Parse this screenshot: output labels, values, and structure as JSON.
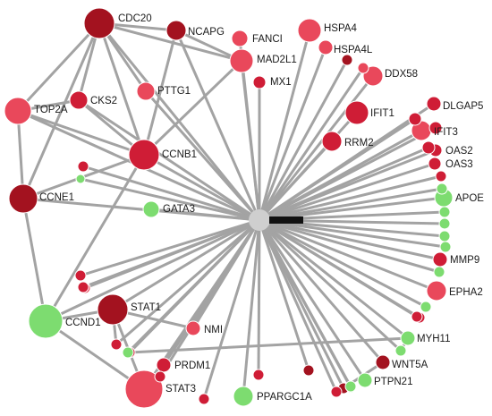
{
  "colors": {
    "edge": "#a3a3a3",
    "hub": "#cfcfcf",
    "hub_bar": "#111111",
    "up_dark": "#a3121f",
    "up_mid": "#cf1d36",
    "up_light": "#e9485b",
    "down": "#7ddc70"
  },
  "hub": {
    "label": ""
  },
  "nodes": [
    {
      "id": "CDC20",
      "label": "CDC20",
      "color": "up_dark"
    },
    {
      "id": "NCAPG",
      "label": "NCAPG",
      "color": "up_dark"
    },
    {
      "id": "FANCI",
      "label": "FANCI",
      "color": "up_light"
    },
    {
      "id": "HSPA4",
      "label": "HSPA4",
      "color": "up_light"
    },
    {
      "id": "HSPA4L",
      "label": "HSPA4L",
      "color": "up_light"
    },
    {
      "id": "MAD2L1",
      "label": "MAD2L1",
      "color": "up_light"
    },
    {
      "id": "MX1",
      "label": "MX1",
      "color": "up_mid"
    },
    {
      "id": "DDX58",
      "label": "DDX58",
      "color": "up_light"
    },
    {
      "id": "PTTG1",
      "label": "PTTG1",
      "color": "up_light"
    },
    {
      "id": "CKS2",
      "label": "CKS2",
      "color": "up_mid"
    },
    {
      "id": "TOP2A",
      "label": "TOP2A",
      "color": "up_light"
    },
    {
      "id": "DLGAP5",
      "label": "DLGAP5",
      "color": "up_mid"
    },
    {
      "id": "IFIT1",
      "label": "IFIT1",
      "color": "up_mid"
    },
    {
      "id": "IFIT3",
      "label": "IFIT3",
      "color": "up_light"
    },
    {
      "id": "RRM2",
      "label": "RRM2",
      "color": "up_mid"
    },
    {
      "id": "CCNB1",
      "label": "CCNB1",
      "color": "up_mid"
    },
    {
      "id": "OAS2",
      "label": "OAS2",
      "color": "up_mid"
    },
    {
      "id": "OAS3",
      "label": "OAS3",
      "color": "up_mid"
    },
    {
      "id": "CCNE1",
      "label": "CCNE1",
      "color": "up_dark"
    },
    {
      "id": "GATA3",
      "label": "GATA3",
      "color": "down"
    },
    {
      "id": "APOE",
      "label": "APOE",
      "color": "down"
    },
    {
      "id": "MMP9",
      "label": "MMP9",
      "color": "up_mid"
    },
    {
      "id": "EPHA2",
      "label": "EPHA2",
      "color": "up_light"
    },
    {
      "id": "STAT1",
      "label": "STAT1",
      "color": "up_dark"
    },
    {
      "id": "CCND1",
      "label": "CCND1",
      "color": "down"
    },
    {
      "id": "NMI",
      "label": "NMI",
      "color": "up_light"
    },
    {
      "id": "MYH11",
      "label": "MYH11",
      "color": "down"
    },
    {
      "id": "WNT5A",
      "label": "WNT5A",
      "color": "up_dark"
    },
    {
      "id": "PRDM1",
      "label": "PRDM1",
      "color": "up_mid"
    },
    {
      "id": "STAT3",
      "label": "STAT3",
      "color": "up_light"
    },
    {
      "id": "PPARGC1A",
      "label": "PPARGC1A",
      "color": "down"
    },
    {
      "id": "PTPN21",
      "label": "PTPN21",
      "color": "down"
    },
    {
      "id": "u1",
      "label": "",
      "color": "up_dark"
    },
    {
      "id": "u2",
      "label": "",
      "color": "up_light"
    },
    {
      "id": "u3",
      "label": "",
      "color": "up_mid"
    },
    {
      "id": "u4",
      "label": "",
      "color": "up_mid"
    },
    {
      "id": "u5",
      "label": "",
      "color": "up_mid"
    },
    {
      "id": "u6",
      "label": "",
      "color": "up_mid"
    },
    {
      "id": "u7",
      "label": "",
      "color": "down"
    },
    {
      "id": "u8",
      "label": "",
      "color": "down"
    },
    {
      "id": "u9",
      "label": "",
      "color": "down"
    },
    {
      "id": "u10",
      "label": "",
      "color": "down"
    },
    {
      "id": "u11",
      "label": "",
      "color": "down"
    },
    {
      "id": "u12",
      "label": "",
      "color": "down"
    },
    {
      "id": "u13",
      "label": "",
      "color": "down"
    },
    {
      "id": "u14",
      "label": "",
      "color": "up_mid"
    },
    {
      "id": "u15",
      "label": "",
      "color": "up_mid"
    },
    {
      "id": "u16",
      "label": "",
      "color": "up_mid"
    },
    {
      "id": "u17",
      "label": "",
      "color": "down"
    },
    {
      "id": "u18",
      "label": "",
      "color": "up_mid"
    },
    {
      "id": "u19",
      "label": "",
      "color": "up_mid"
    },
    {
      "id": "u20",
      "label": "",
      "color": "down"
    },
    {
      "id": "u21",
      "label": "",
      "color": "up_light"
    },
    {
      "id": "u22",
      "label": "",
      "color": "down"
    },
    {
      "id": "u23",
      "label": "",
      "color": "up_mid"
    },
    {
      "id": "u24",
      "label": "",
      "color": "up_mid"
    },
    {
      "id": "u25",
      "label": "",
      "color": "up_dark"
    },
    {
      "id": "u26",
      "label": "",
      "color": "up_dark"
    },
    {
      "id": "u27",
      "label": "",
      "color": "up_mid"
    },
    {
      "id": "u28",
      "label": "",
      "color": "down"
    },
    {
      "id": "u29",
      "label": "",
      "color": "up_mid"
    },
    {
      "id": "u30",
      "label": "",
      "color": "up_mid"
    },
    {
      "id": "u31",
      "label": "",
      "color": "up_mid"
    },
    {
      "id": "u32",
      "label": "",
      "color": "down"
    }
  ],
  "edges": [
    [
      "CDC20",
      "NCAPG"
    ],
    [
      "CDC20",
      "MAD2L1"
    ],
    [
      "CDC20",
      "TOP2A"
    ],
    [
      "CDC20",
      "CCNB1"
    ],
    [
      "CDC20",
      "CKS2"
    ],
    [
      "CDC20",
      "CCNE1"
    ],
    [
      "CDC20",
      "PTTG1"
    ],
    [
      "NCAPG",
      "MAD2L1"
    ],
    [
      "NCAPG",
      "CCNB1"
    ],
    [
      "TOP2A",
      "CCNB1"
    ],
    [
      "TOP2A",
      "CKS2"
    ],
    [
      "TOP2A",
      "CCNE1"
    ],
    [
      "TOP2A",
      "HUB"
    ],
    [
      "CCNB1",
      "CCNE1"
    ],
    [
      "CCNB1",
      "CCND1"
    ],
    [
      "CCNB1",
      "CKS2"
    ],
    [
      "MAD2L1",
      "CCNB1"
    ],
    [
      "CCNE1",
      "CCND1"
    ],
    [
      "CCNE1",
      "HUB"
    ],
    [
      "STAT1",
      "STAT3"
    ],
    [
      "STAT1",
      "NMI"
    ],
    [
      "STAT1",
      "CCND1"
    ],
    [
      "STAT1",
      "u14"
    ],
    [
      "CCND1",
      "STAT3"
    ],
    [
      "HUB",
      "CDC20"
    ],
    [
      "HUB",
      "NCAPG"
    ],
    [
      "HUB",
      "FANCI"
    ],
    [
      "HUB",
      "HSPA4"
    ],
    [
      "HUB",
      "HSPA4L"
    ],
    [
      "HUB",
      "MAD2L1"
    ],
    [
      "HUB",
      "MX1"
    ],
    [
      "HUB",
      "DDX58"
    ],
    [
      "HUB",
      "PTTG1"
    ],
    [
      "HUB",
      "CKS2"
    ],
    [
      "HUB",
      "DLGAP5"
    ],
    [
      "HUB",
      "IFIT1"
    ],
    [
      "HUB",
      "IFIT3"
    ],
    [
      "HUB",
      "RRM2"
    ],
    [
      "HUB",
      "CCNB1"
    ],
    [
      "HUB",
      "OAS2"
    ],
    [
      "HUB",
      "OAS3"
    ],
    [
      "HUB",
      "GATA3"
    ],
    [
      "HUB",
      "APOE"
    ],
    [
      "HUB",
      "MMP9"
    ],
    [
      "HUB",
      "EPHA2"
    ],
    [
      "HUB",
      "STAT1"
    ],
    [
      "HUB",
      "CCND1"
    ],
    [
      "HUB",
      "NMI"
    ],
    [
      "HUB",
      "MYH11"
    ],
    [
      "HUB",
      "WNT5A"
    ],
    [
      "HUB",
      "PRDM1"
    ],
    [
      "HUB",
      "STAT3"
    ],
    [
      "HUB",
      "PPARGC1A"
    ],
    [
      "HUB",
      "PTPN21"
    ],
    [
      "HUB",
      "u1"
    ],
    [
      "HUB",
      "u2"
    ],
    [
      "HUB",
      "u3"
    ],
    [
      "HUB",
      "u4"
    ],
    [
      "HUB",
      "u5"
    ],
    [
      "HUB",
      "u6"
    ],
    [
      "HUB",
      "u7"
    ],
    [
      "HUB",
      "u8"
    ],
    [
      "HUB",
      "u9"
    ],
    [
      "HUB",
      "u10"
    ],
    [
      "HUB",
      "u11"
    ],
    [
      "HUB",
      "u12"
    ],
    [
      "HUB",
      "u13"
    ],
    [
      "HUB",
      "u14"
    ],
    [
      "HUB",
      "u15"
    ],
    [
      "HUB",
      "u16"
    ],
    [
      "HUB",
      "u17"
    ],
    [
      "HUB",
      "u18"
    ],
    [
      "HUB",
      "u19"
    ],
    [
      "HUB",
      "u20"
    ],
    [
      "HUB",
      "u21"
    ],
    [
      "HUB",
      "u22"
    ],
    [
      "HUB",
      "u23"
    ],
    [
      "HUB",
      "u24"
    ],
    [
      "HUB",
      "u25"
    ],
    [
      "HUB",
      "u26"
    ],
    [
      "HUB",
      "u27"
    ],
    [
      "HUB",
      "u28"
    ],
    [
      "HUB",
      "u29"
    ],
    [
      "HUB",
      "u30"
    ],
    [
      "HUB",
      "u31"
    ],
    [
      "HUB",
      "u32"
    ],
    [
      "MYH11",
      "u17"
    ],
    [
      "MYH11",
      "u15"
    ],
    [
      "WNT5A",
      "u26"
    ]
  ]
}
